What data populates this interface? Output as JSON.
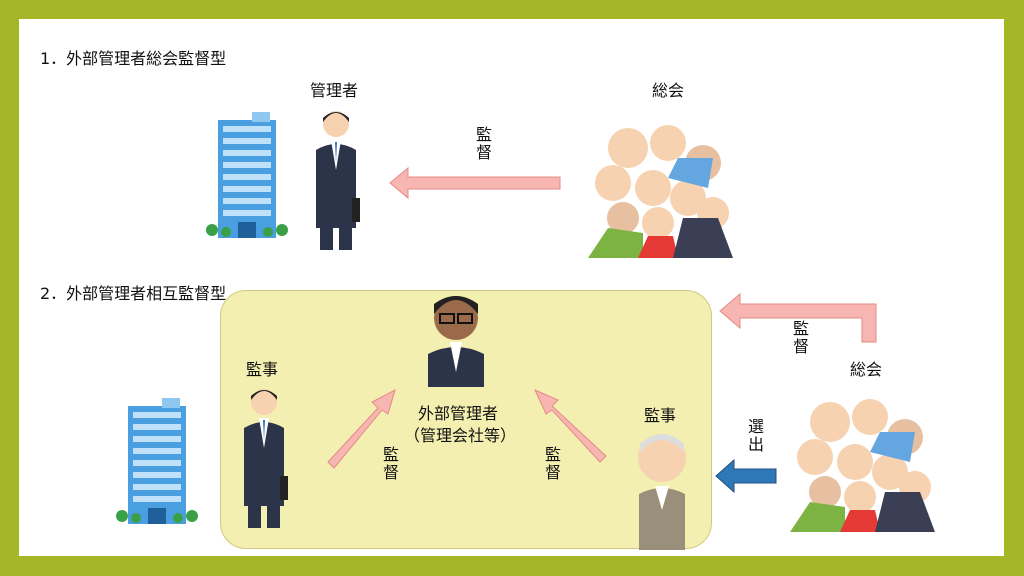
{
  "section1": {
    "title": "1．外部管理者総会監督型",
    "manager_label": "管理者",
    "assembly_label": "総会",
    "arrow_label": "監督"
  },
  "section2": {
    "title": "2．外部管理者相互監督型",
    "auditor_left_label": "監事",
    "external_manager_line1": "外部管理者",
    "external_manager_line2": "（管理会社等）",
    "left_arrow_label": "監督",
    "right_arrow_label": "監督",
    "auditor_right_label": "監事",
    "assembly_label": "総会",
    "top_arrow_label": "監督",
    "select_arrow_label": "選出"
  },
  "colors": {
    "border": "#a5b726",
    "highlight_box": "#f3efb1",
    "supervise_arrow": "#f7b6b2",
    "select_arrow": "#2f78b8"
  }
}
